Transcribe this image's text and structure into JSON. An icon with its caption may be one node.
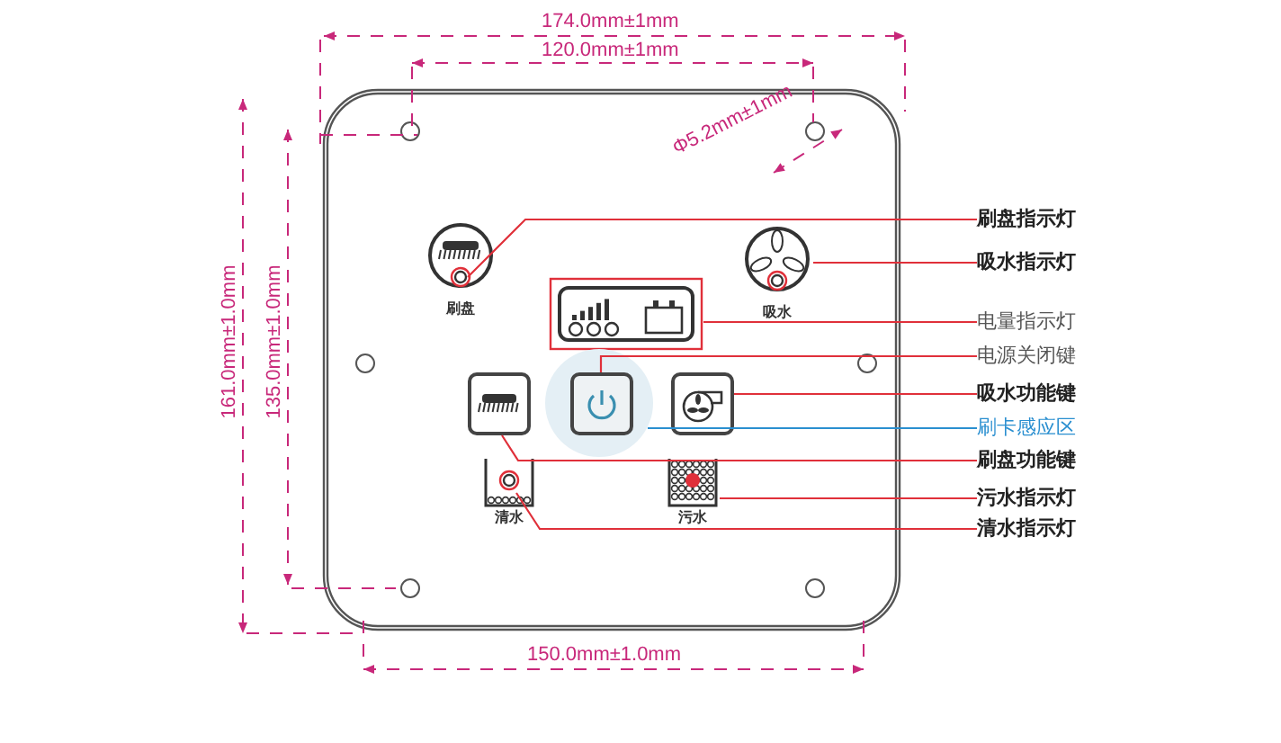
{
  "diagram": {
    "nodes": [
      {
        "text": [
          "刷盘"
        ]
      },
      {
        "text": [
          "吸水"
        ]
      },
      {
        "text": [],
        "shape": "box"
      },
      {
        "text": [],
        "shape": "circle"
      },
      {
        "text": [],
        "shape": "box",
        "in": 3
      },
      {
        "text": [],
        "shape": "box"
      },
      {
        "text": [],
        "shape": "box"
      },
      {
        "text": [
          "污水"
        ]
      },
      {
        "text": [
          "清水"
        ]
      },
      {
        "text": [
          "刷盘指示灯"
        ]
      },
      {
        "text": [
          "吸水指示灯"
        ]
      },
      {
        "text": [
          "电量指示灯"
        ]
      },
      {
        "text": [
          "电源关闭键"
        ]
      },
      {
        "text": [
          "吸水功能键"
        ]
      },
      {
        "text": [
          "刷卡感应区"
        ]
      },
      {
        "text": [
          "刷盘功能键"
        ]
      },
      {
        "text": [
          "污水指示灯"
        ]
      },
      {
        "text": [
          "清水指示灯"
        ]
      }
    ],
    "edges": [
      {
        "from": 9,
        "to": 0,
        "arrow": "none"
      },
      {
        "from": 10,
        "to": 1,
        "arrow": "none"
      },
      {
        "from": 11,
        "to": 2,
        "arrow": "none"
      },
      {
        "from": 12,
        "to": 4,
        "arrow": "none"
      },
      {
        "from": 13,
        "to": 5,
        "arrow": "none"
      },
      {
        "from": 14,
        "to": 3,
        "arrow": "none",
        "color": "#2a8fd0"
      },
      {
        "from": 15,
        "to": 6,
        "arrow": "none"
      },
      {
        "from": 16,
        "to": 7,
        "arrow": "none"
      },
      {
        "from": 17,
        "to": 8,
        "arrow": "none"
      }
    ],
    "labels": [
      "174.0mm±1mm",
      "120.0mm±1mm",
      "Φ5.2mm±1mm",
      "161.0mm±1.0mm",
      "135.0mm±1.0mm",
      "150.0mm±1.0mm"
    ]
  }
}
